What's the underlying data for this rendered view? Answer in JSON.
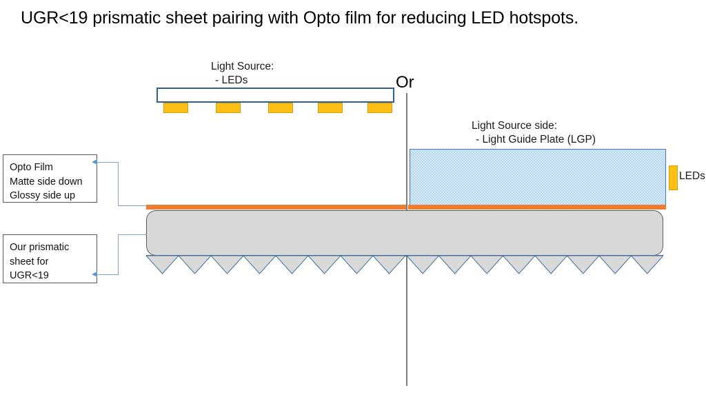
{
  "title": "UGR<19 prismatic sheet pairing with Opto film for reducing LED hotspots.",
  "divider": {
    "label": "Or"
  },
  "left_option": {
    "caption_line1": "Light Source:",
    "caption_line2": "- LEDs",
    "led_count": 5
  },
  "right_option": {
    "caption_line1": "Light Source side:",
    "caption_line2": "- Light Guide Plate (LGP)",
    "led_label": "LEDs"
  },
  "callouts": [
    {
      "name": "opto-film",
      "lines": [
        "Opto Film",
        "Matte side down",
        "Glossy side up"
      ]
    },
    {
      "name": "prismatic-sheet",
      "lines": [
        "Our prismatic",
        "sheet for",
        "UGR<19"
      ]
    }
  ],
  "colors": {
    "led_yellow": "#fcbf16",
    "opto_film_orange": "#ed7d31",
    "prismatic_gray": "#d9d9d9",
    "lgp_blue": "#d6eaf8",
    "outline_blue": "#2e5f9a",
    "connector_blue": "#5b9bd5",
    "divider_gray": "#7f7f7f"
  }
}
